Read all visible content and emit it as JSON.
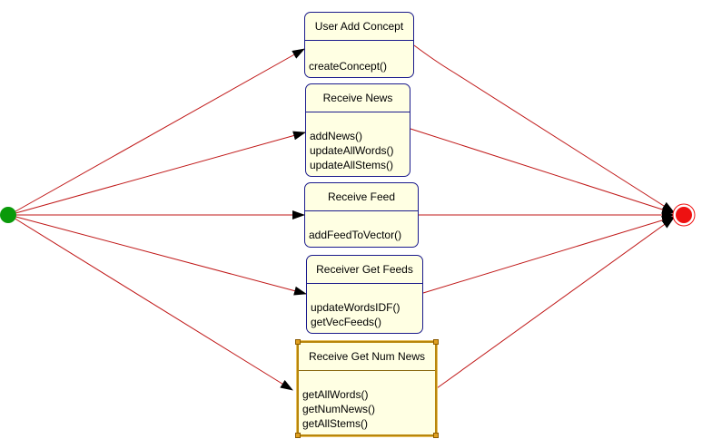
{
  "colors": {
    "transition": "#c01818",
    "initial": "#0a9a0a",
    "final": "#ee1111",
    "state_fill": "#ffffe3",
    "state_border": "#1a1a8c"
  },
  "states": [
    {
      "name": "User Add Concept",
      "actions": [
        "createConcept()"
      ]
    },
    {
      "name": "Receive News",
      "actions": [
        "addNews()",
        "updateAllWords()",
        "updateAllStems()"
      ]
    },
    {
      "name": "Receive Feed",
      "actions": [
        "addFeedToVector()"
      ]
    },
    {
      "name": "Receiver Get Feeds",
      "actions": [
        "updateWordsIDF()",
        "getVecFeeds()"
      ]
    },
    {
      "name": "Receive Get Num News",
      "actions": [
        "getAllWords()",
        "getNumNews()",
        "getAllStems()"
      ]
    }
  ]
}
